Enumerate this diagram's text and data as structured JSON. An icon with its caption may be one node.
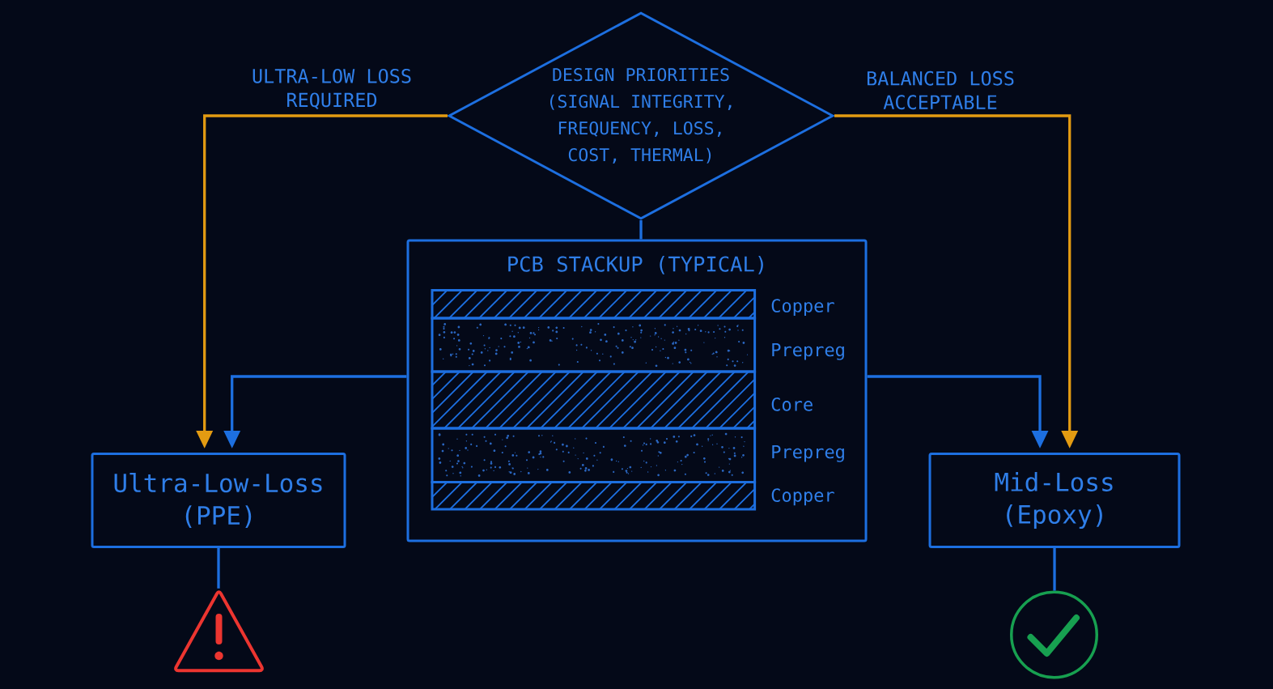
{
  "diagram": {
    "nodes": [
      {
        "text": [
          "DESIGN PRIORITIES (SIGNAL INTEGRITY, FREQUENCY, LOSS, COST, THERMAL)"
        ]
      },
      {
        "text": [
          "PCB STACKUP (TYPICAL)"
        ]
      },
      {
        "text": [
          "Ultra-Low-Loss (PPE)"
        ]
      },
      {
        "text": [
          "Mid-Loss (Epoxy)"
        ]
      },
      {
        "text": [],
        "shape": "triangle"
      },
      {
        "text": [],
        "shape": "circle"
      }
    ],
    "edges": [
      {
        "from": 0,
        "to": 2,
        "arrow": "to",
        "label": "ULTRA-LOW LOSS REQUIRED",
        "color": "#e39b12"
      },
      {
        "from": 0,
        "to": 3,
        "arrow": "to",
        "label": "BALANCED LOSS ACCEPTABLE",
        "color": "#e39b12"
      },
      {
        "from": 0,
        "to": 1,
        "arrow": "none"
      },
      {
        "from": 1,
        "to": 2,
        "arrow": "to"
      },
      {
        "from": 1,
        "to": 3,
        "arrow": "to"
      },
      {
        "from": 2,
        "to": 4,
        "arrow": "none"
      },
      {
        "from": 3,
        "to": 5,
        "arrow": "none"
      }
    ],
    "labels": [
      "Copper",
      "Prepreg",
      "Core",
      "Prepreg",
      "Copper"
    ]
  }
}
